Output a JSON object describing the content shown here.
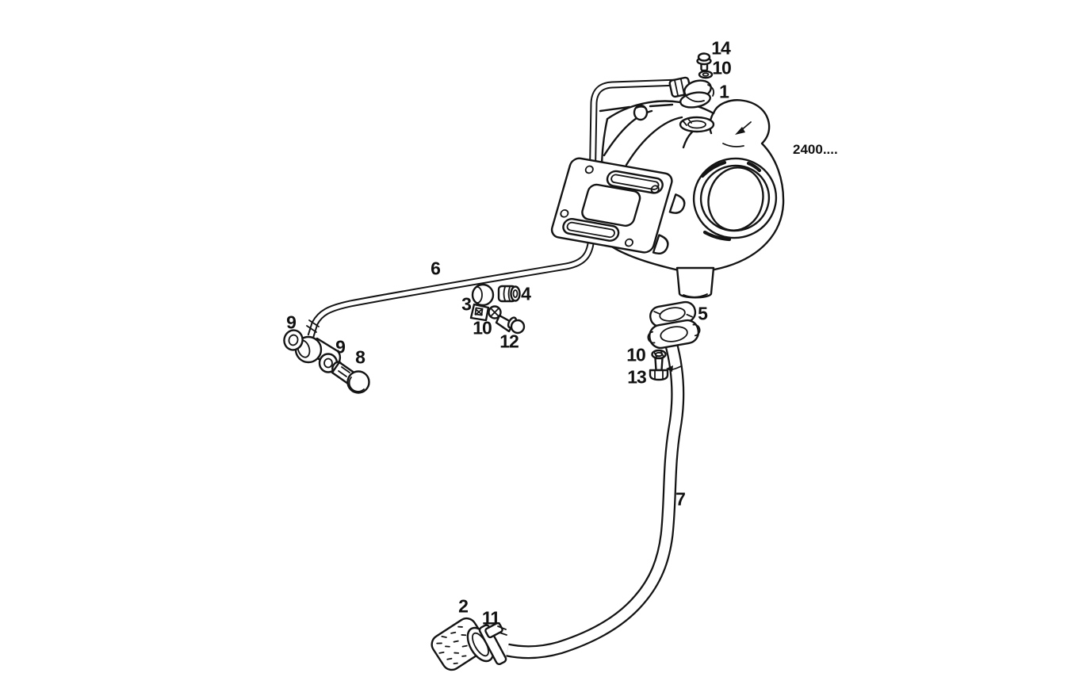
{
  "diagram": {
    "title": "turbocharger-oil-pipes-exploded-view",
    "figure_code": "2400....",
    "callouts": [
      {
        "part": "14",
        "text": "14"
      },
      {
        "part": "10",
        "text": "10"
      },
      {
        "part": "1",
        "text": "1"
      },
      {
        "part": "6",
        "text": "6"
      },
      {
        "part": "3",
        "text": "3"
      },
      {
        "part": "4",
        "text": "4"
      },
      {
        "part": "10",
        "text": "10"
      },
      {
        "part": "12",
        "text": "12"
      },
      {
        "part": "9",
        "text": "9"
      },
      {
        "part": "9",
        "text": "9"
      },
      {
        "part": "8",
        "text": "8"
      },
      {
        "part": "5",
        "text": "5"
      },
      {
        "part": "10",
        "text": "10"
      },
      {
        "part": "13",
        "text": "13"
      },
      {
        "part": "7",
        "text": "7"
      },
      {
        "part": "2",
        "text": "2"
      },
      {
        "part": "11",
        "text": "11"
      }
    ],
    "colors": {
      "line": "#141414",
      "background": "#ffffff"
    }
  }
}
